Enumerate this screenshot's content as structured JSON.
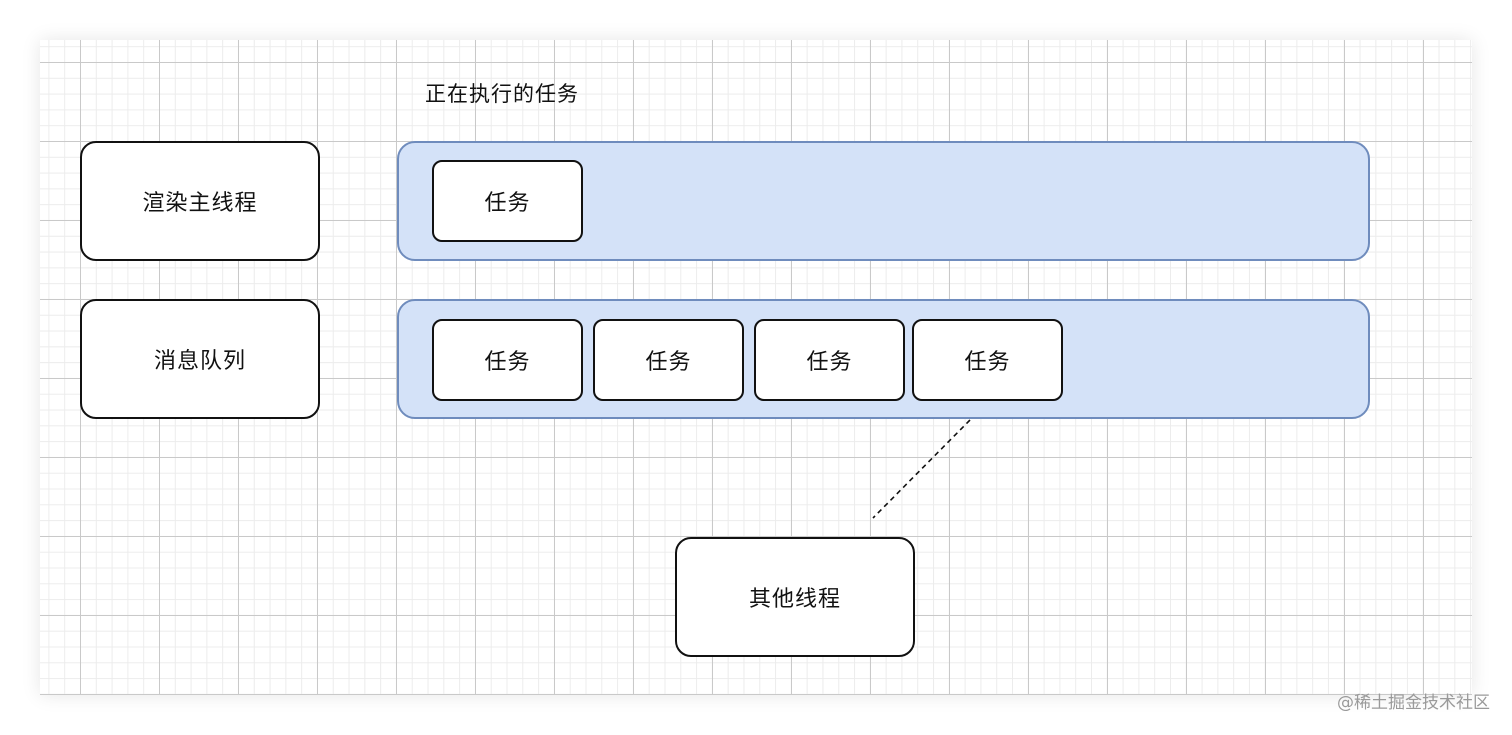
{
  "diagram": {
    "running_label": "正在执行的任务",
    "nodes": {
      "render_main_thread": "渲染主线程",
      "message_queue": "消息队列",
      "other_threads": "其他线程"
    },
    "running_tasks": [
      "任务"
    ],
    "queue_tasks": [
      "任务",
      "任务",
      "任务",
      "任务"
    ]
  },
  "watermark": "@稀土掘金技术社区"
}
